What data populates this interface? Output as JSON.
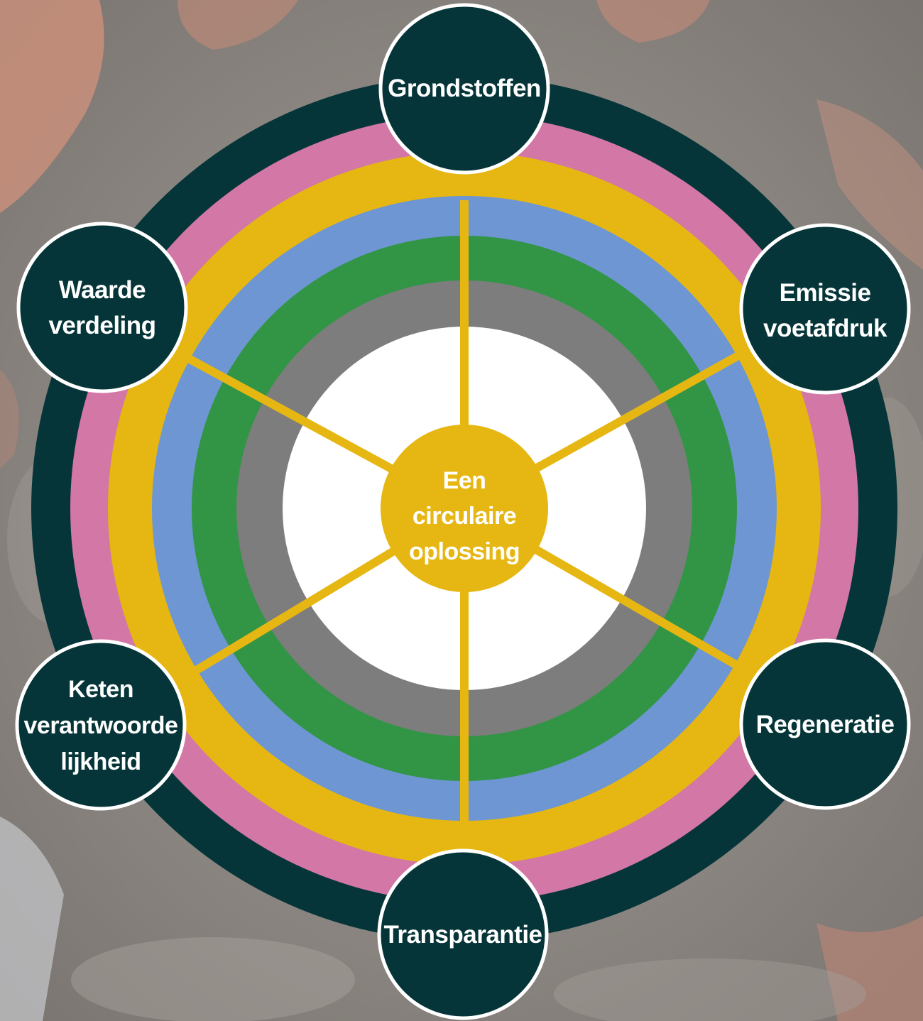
{
  "center": {
    "lines": [
      "Een",
      "circulaire",
      "oplossing"
    ],
    "color": "#e6b712"
  },
  "nodes": [
    {
      "id": "grondstoffen",
      "lines": [
        "Grondstoffen"
      ]
    },
    {
      "id": "emissie",
      "lines": [
        "Emissie",
        "voetafdruk"
      ]
    },
    {
      "id": "regeneratie",
      "lines": [
        "Regeneratie"
      ]
    },
    {
      "id": "transparantie",
      "lines": [
        "Transparantie"
      ]
    },
    {
      "id": "keten",
      "lines": [
        "Keten",
        "verantwoorde",
        "lijkheid"
      ]
    },
    {
      "id": "waarde",
      "lines": [
        "Waarde",
        "verdeling"
      ]
    }
  ],
  "colors": {
    "outer_ring": "#053538",
    "pink": "#d277a6",
    "yellow": "#e6b712",
    "blue": "#6d96d3",
    "green": "#319545",
    "gray": "#7d7d7d",
    "inner": "#ffffff",
    "node_fill": "#053538",
    "node_stroke": "#ffffff"
  }
}
